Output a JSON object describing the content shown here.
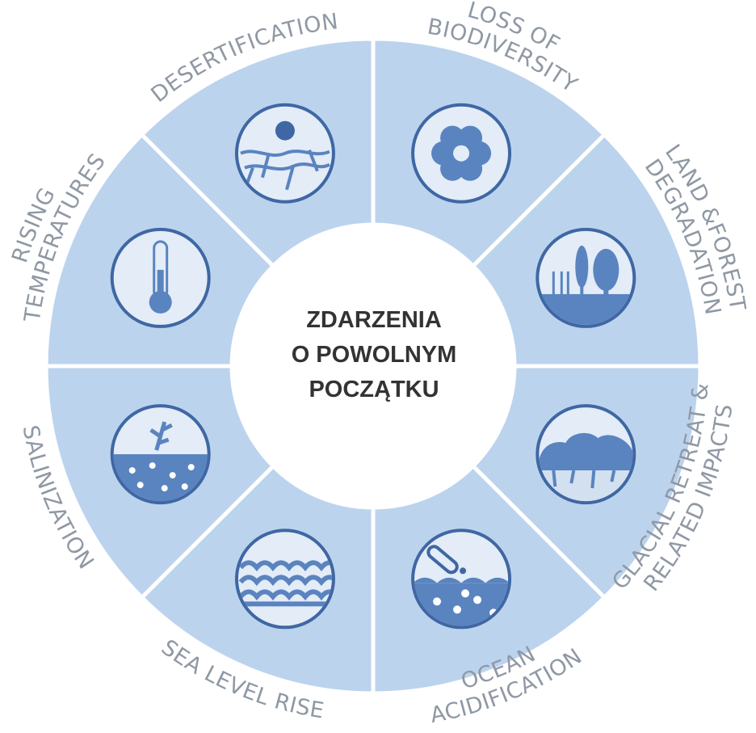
{
  "center": {
    "line1": "ZDARZENIA",
    "line2": "O POWOLNYM",
    "line3": "POCZĄTKU"
  },
  "segments": [
    {
      "id": "desertification",
      "icon": "dry-cracked-earth-sun-icon",
      "label_lines": [
        "DESERTIFICATION"
      ]
    },
    {
      "id": "loss-of-biodiversity",
      "icon": "flower-icon",
      "label_lines": [
        "LOSS OF",
        "BIODIVERSITY"
      ]
    },
    {
      "id": "land-forest-degradation",
      "icon": "trees-icon",
      "label_lines": [
        "LAND &FOREST",
        "DEGRADATION"
      ]
    },
    {
      "id": "glacial-retreat",
      "icon": "glacier-icon",
      "label_lines": [
        "GLACIAL RETREAT &",
        "RELATED IMPACTS"
      ]
    },
    {
      "id": "ocean-acidification",
      "icon": "test-tube-waves-icon",
      "label_lines": [
        "OCEAN",
        "ACIDIFICATION"
      ]
    },
    {
      "id": "sea-level-rise",
      "icon": "waves-icon",
      "label_lines": [
        "SEA LEVEL RISE"
      ]
    },
    {
      "id": "salinization",
      "icon": "salt-plant-icon",
      "label_lines": [
        "SALINIZATION"
      ]
    },
    {
      "id": "rising-temperatures",
      "icon": "thermometer-icon",
      "label_lines": [
        "RISING",
        "TEMPERATURES"
      ]
    }
  ],
  "colors": {
    "ring": "#bcd3ee",
    "icon_fill": "#e3ecf7",
    "icon_stroke": "#3f67a3",
    "icon_ink": "#5a84bf",
    "label_text": "#8f98a4",
    "center_text": "#333333"
  }
}
